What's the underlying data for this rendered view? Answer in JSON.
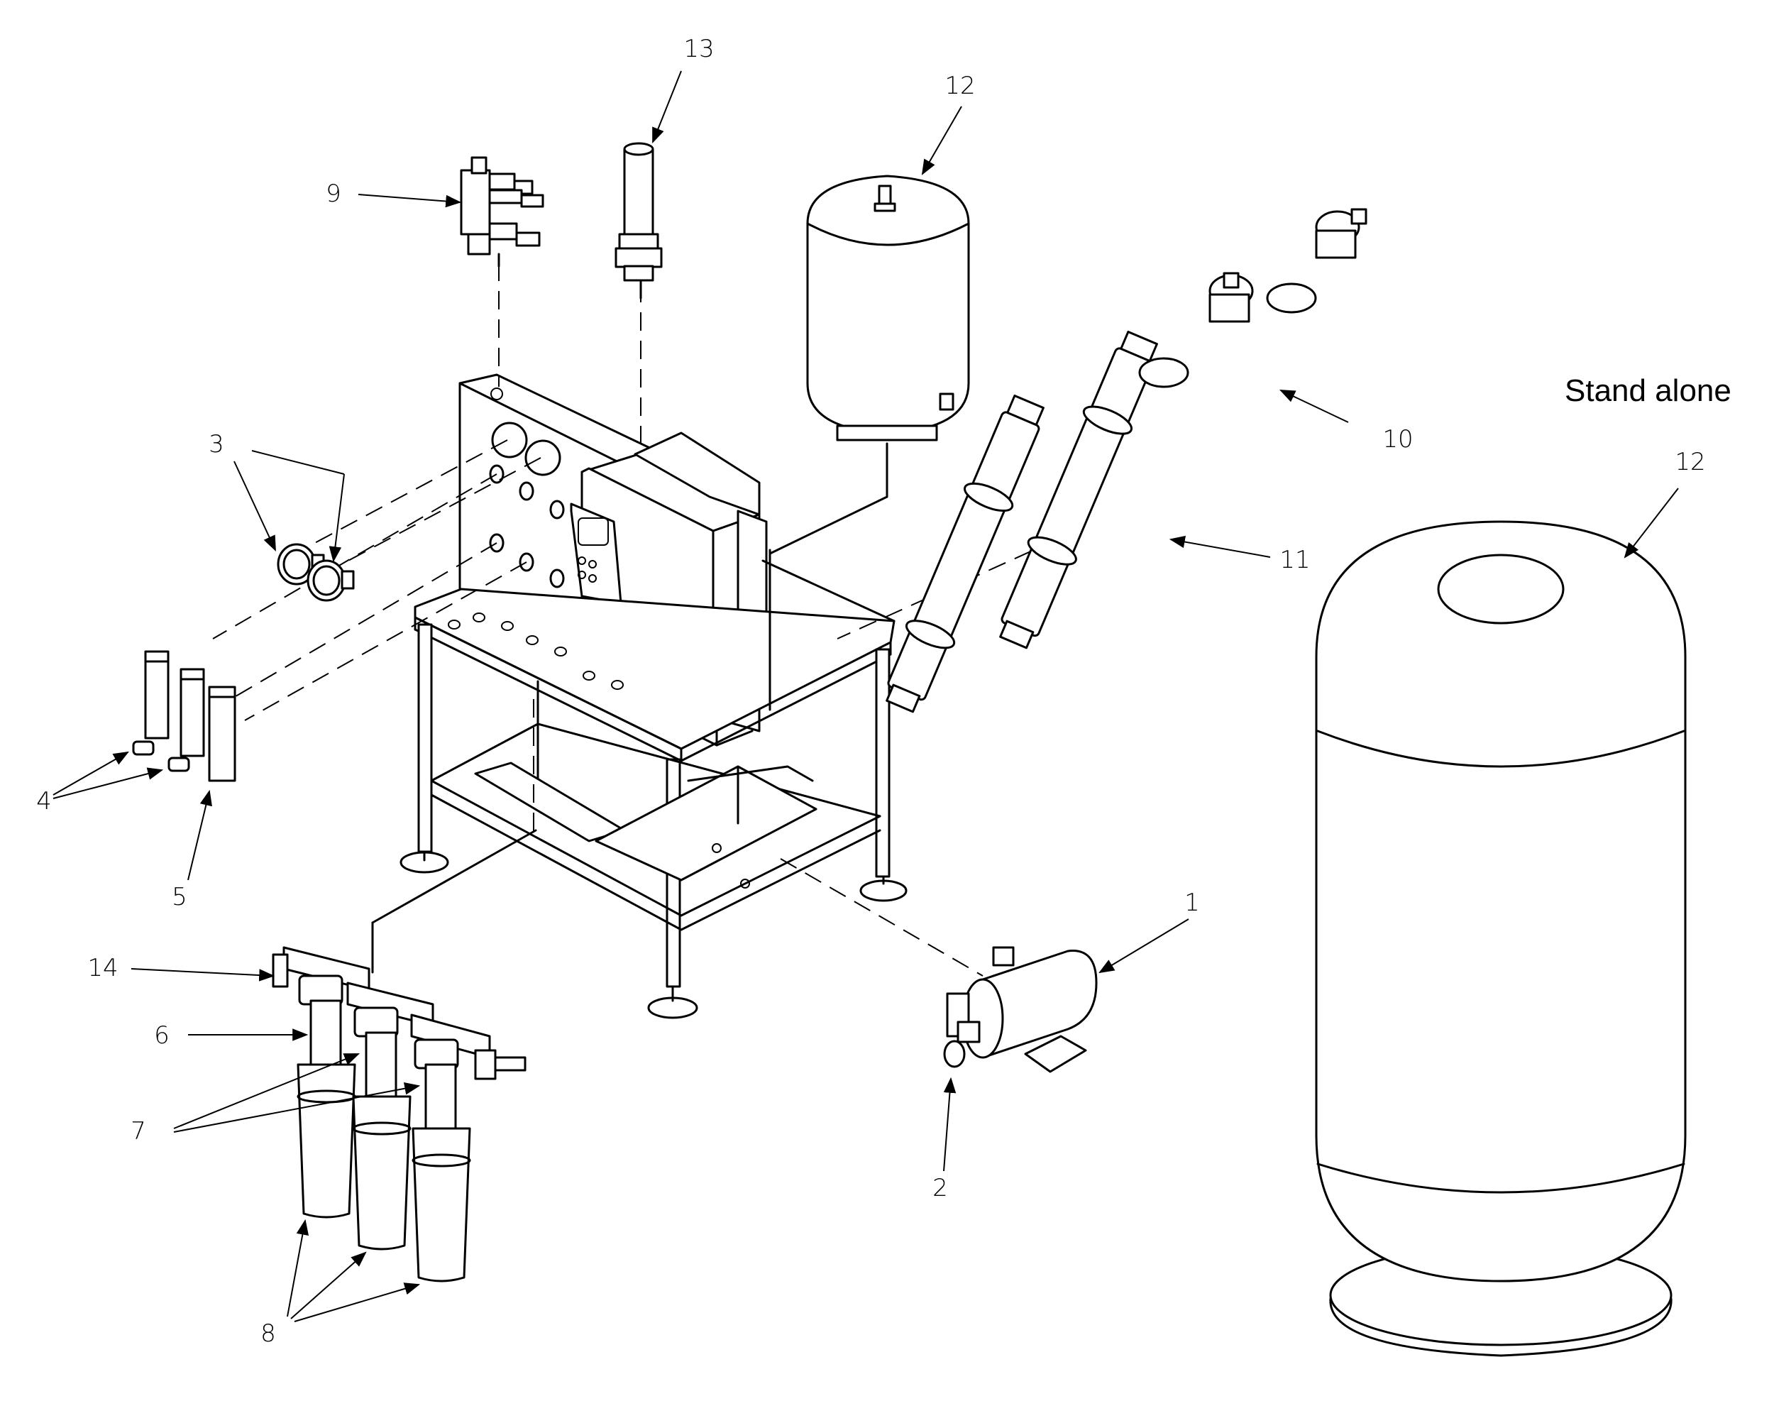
{
  "diagram": {
    "note": "Stand alone",
    "callouts": {
      "c1": "1",
      "c2": "2",
      "c3": "3",
      "c4": "4",
      "c5": "5",
      "c6": "6",
      "c7": "7",
      "c8": "8",
      "c9": "9",
      "c10": "10",
      "c11": "11",
      "c12a": "12",
      "c12b": "12",
      "c13": "13",
      "c14": "14"
    }
  }
}
